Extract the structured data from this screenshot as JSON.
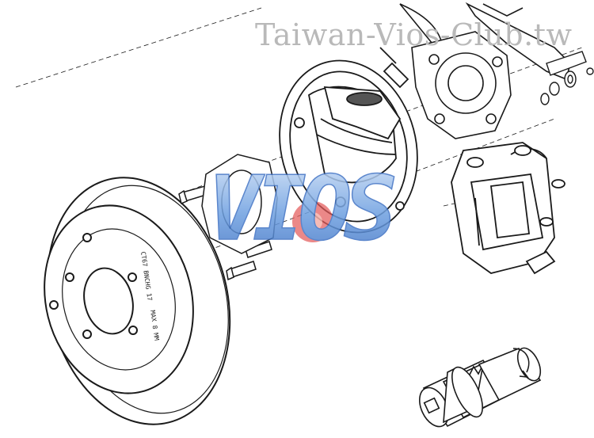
{
  "diagram": {
    "watermark": "Taiwan-Vios-Club.tw",
    "disc_stamp_1": "CT67 BNCHG 17",
    "disc_stamp_2": "MAX 8 MM",
    "logo_text": "VIOS",
    "colors": {
      "line": "#1a1a1a",
      "logo_blue": "#5a8fd8",
      "logo_blue_light": "#a9c9f2",
      "logo_red": "#e45a5a",
      "watermark": "#b9b9b9"
    }
  }
}
